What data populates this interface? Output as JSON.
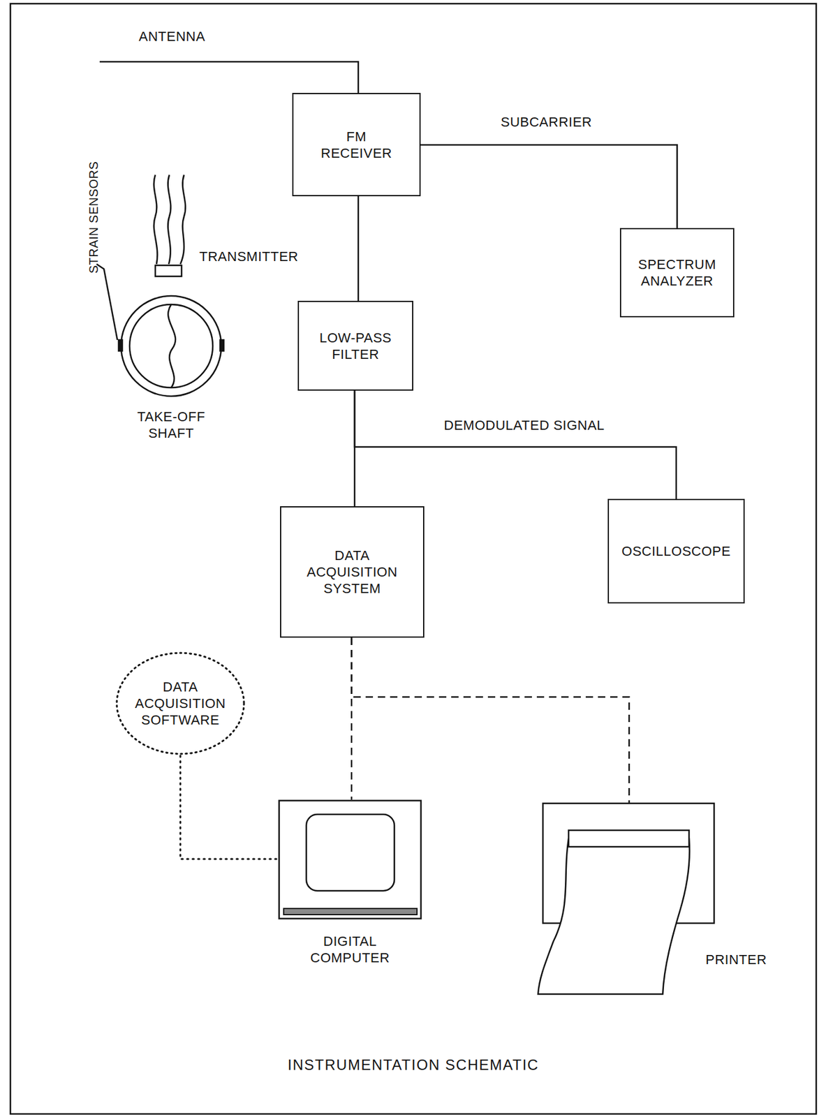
{
  "diagram": {
    "caption": "INSTRUMENTATION SCHEMATIC",
    "nodes": [
      {
        "text": [
          "FM RECEIVER"
        ]
      },
      {
        "text": [
          "SPECTRUM ANALYZER"
        ]
      },
      {
        "text": [
          "LOW-PASS FILTER"
        ]
      },
      {
        "text": [
          "DATA ACQUISITION SYSTEM"
        ]
      },
      {
        "text": [
          "OSCILLOSCOPE"
        ]
      },
      {
        "text": [
          "DATA ACQUISITION SOFTWARE"
        ]
      },
      {
        "text": [
          "DIGITAL COMPUTER"
        ]
      },
      {
        "text": [
          "PRINTER"
        ]
      }
    ],
    "edges": [
      {
        "from": 0,
        "to": 1,
        "label": "SUBCARRIER",
        "arrow": "none"
      },
      {
        "from": 0,
        "to": 2,
        "arrow": "none"
      },
      {
        "from": 2,
        "to": 3,
        "arrow": "none"
      },
      {
        "from": 2,
        "to": 4,
        "label": "DEMODULATED SIGNAL",
        "arrow": "none"
      },
      {
        "from": 3,
        "to": 6,
        "arrow": "none"
      },
      {
        "from": 3,
        "to": 7,
        "arrow": "none"
      },
      {
        "from": 5,
        "to": 6,
        "arrow": "none"
      }
    ],
    "labels": [
      "ANTENNA",
      "STRAIN SENSORS",
      "TRANSMITTER",
      "TAKE-OFF SHAFT"
    ]
  }
}
